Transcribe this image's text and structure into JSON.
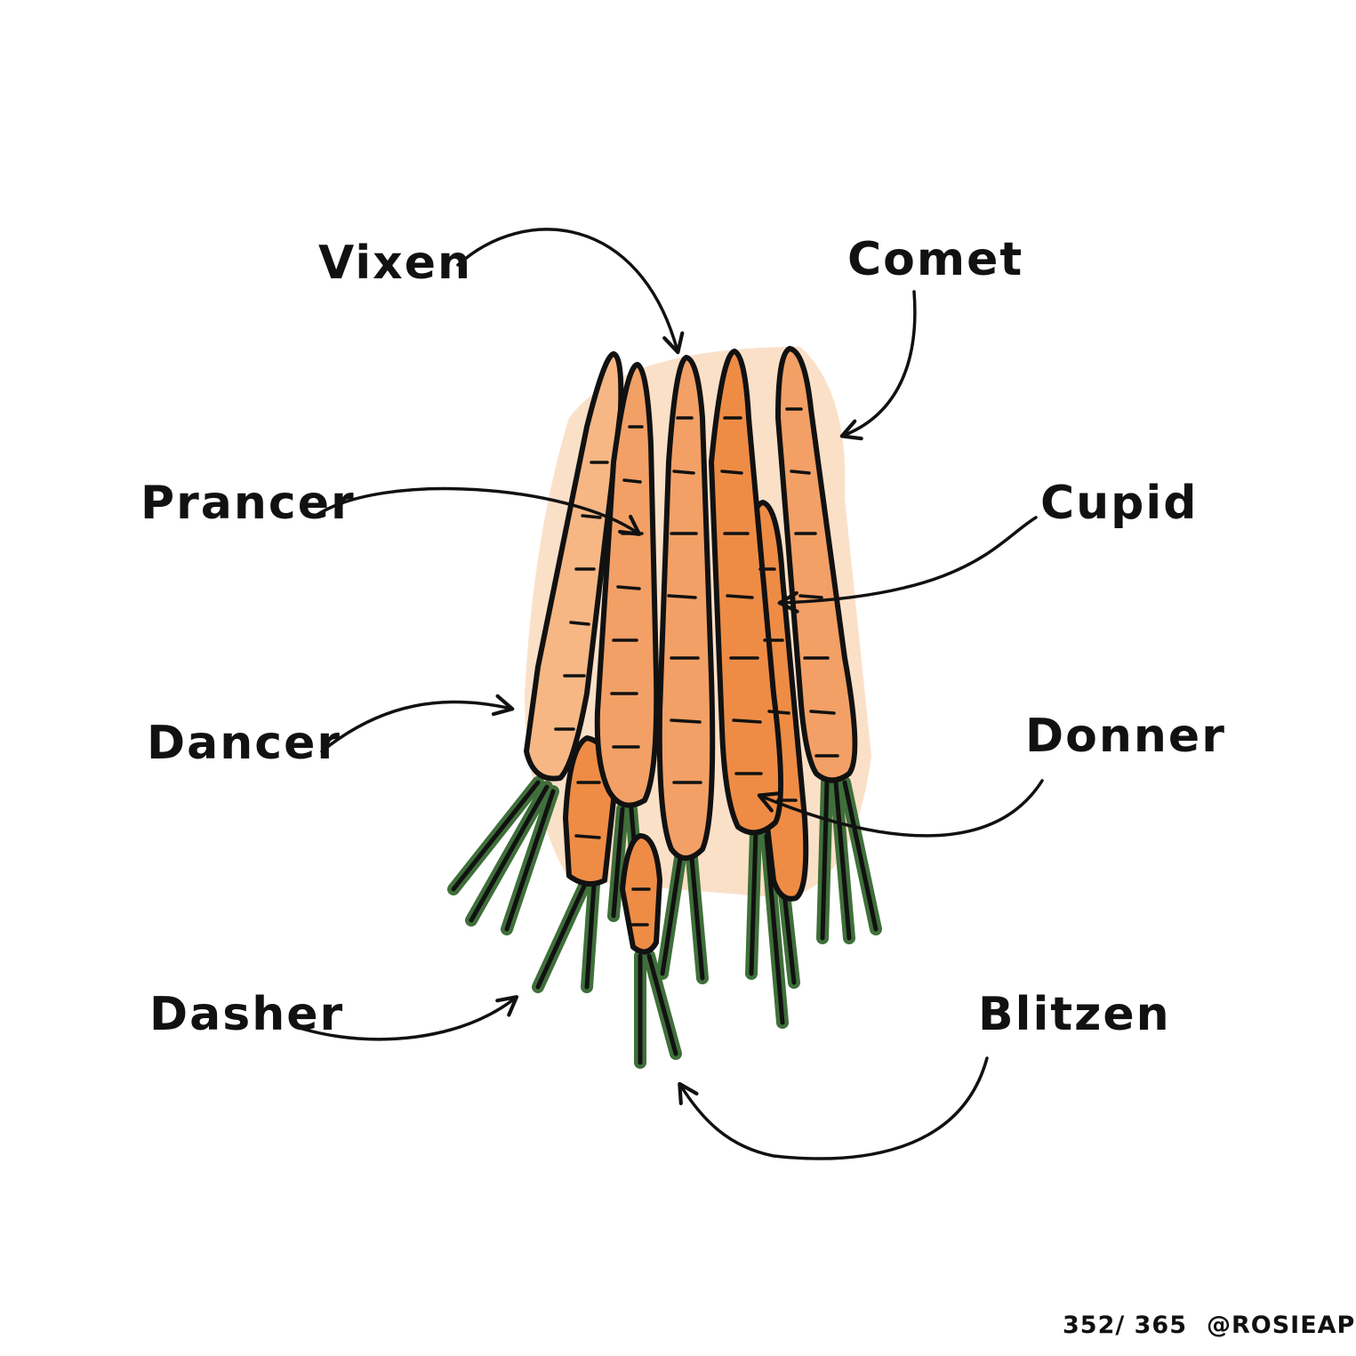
{
  "labels": {
    "vixen": "Vixen",
    "comet": "Comet",
    "prancer": "Prancer",
    "cupid": "Cupid",
    "dancer": "Dancer",
    "donner": "Donner",
    "dasher": "Dasher",
    "blitzen": "Blitzen"
  },
  "footer": {
    "counter": "352/ 365",
    "handle": "@ROSIEAPPS"
  },
  "colors": {
    "carrot_fill": "#f2a066",
    "carrot_shade": "#f6b785",
    "carrot_deep": "#ee8c45",
    "greens": "#3f6f3a",
    "ink": "#111111"
  }
}
